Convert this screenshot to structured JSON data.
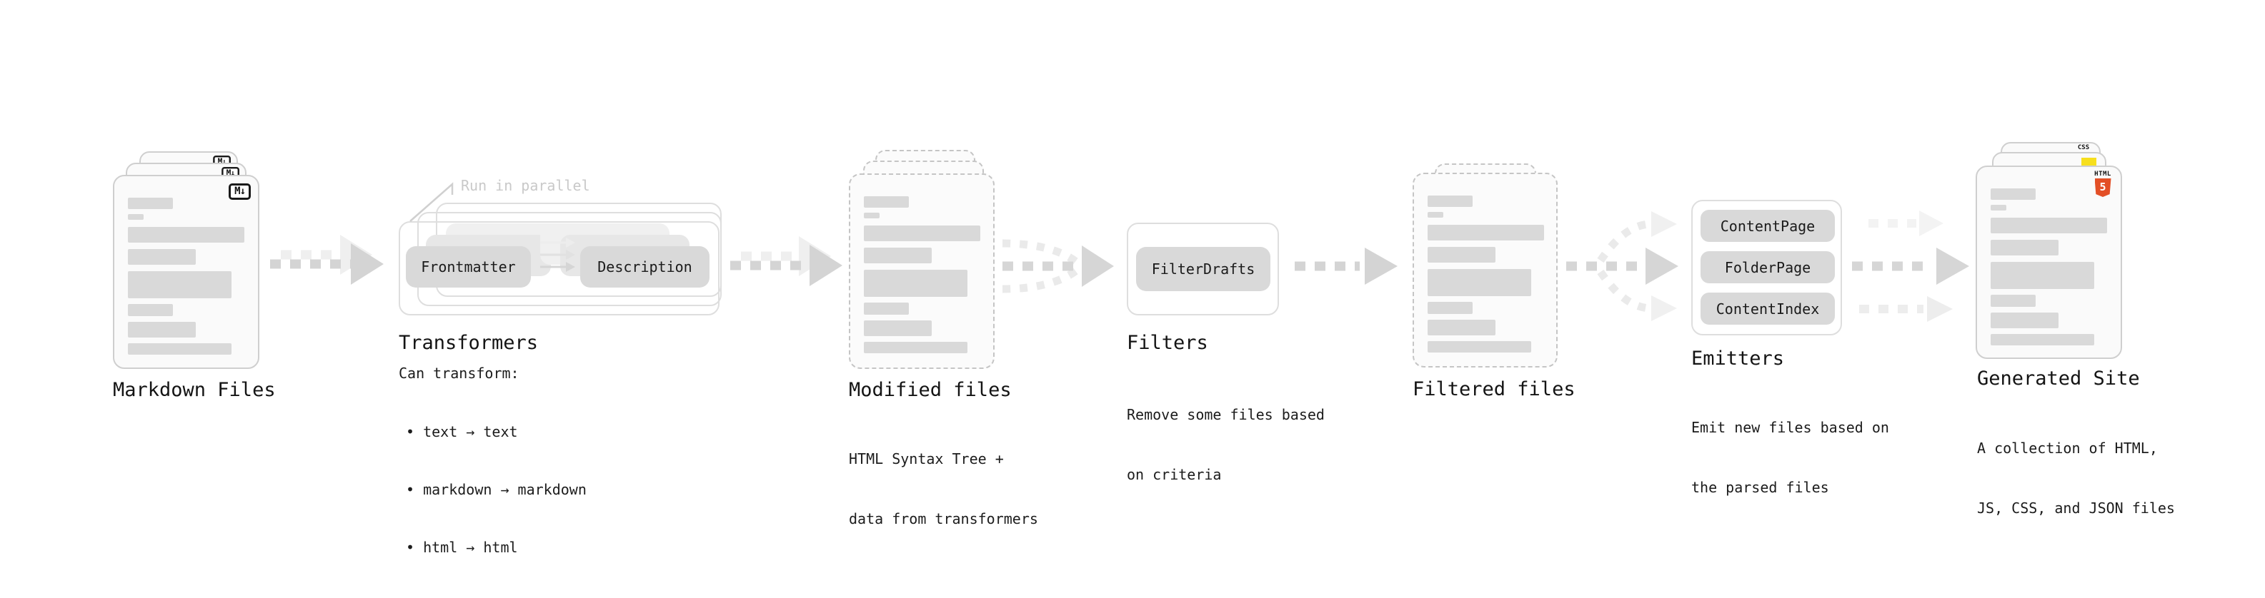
{
  "stages": {
    "markdown": {
      "label": "Markdown Files",
      "icon": "M↓"
    },
    "transformers": {
      "annotation": "Run in parallel",
      "pill_left": "Frontmatter",
      "pill_right": "Description",
      "label": "Transformers",
      "desc_title": "Can transform:",
      "bullets": [
        "• text → text",
        "• markdown → markdown",
        "• html → html"
      ]
    },
    "modified": {
      "label": "Modified files",
      "desc": [
        "HTML Syntax Tree +",
        "data from transformers"
      ]
    },
    "filters": {
      "pill": "FilterDrafts",
      "label": "Filters",
      "desc": [
        "Remove some files based",
        "on criteria"
      ]
    },
    "filtered": {
      "label": "Filtered files"
    },
    "emitters": {
      "pills": [
        "ContentPage",
        "FolderPage",
        "ContentIndex"
      ],
      "label": "Emitters",
      "desc": [
        "Emit new files based on",
        "the parsed files"
      ]
    },
    "generated": {
      "label": "Generated Site",
      "desc": [
        "A collection of HTML,",
        "JS, CSS, and JSON files"
      ],
      "badges": {
        "css": "CSS",
        "html_word": "HTML",
        "html_number": "5"
      }
    }
  },
  "colors": {
    "html5_orange": "#e34f26",
    "js_yellow": "#f7df1e",
    "css_blue": "#2d6be0"
  }
}
